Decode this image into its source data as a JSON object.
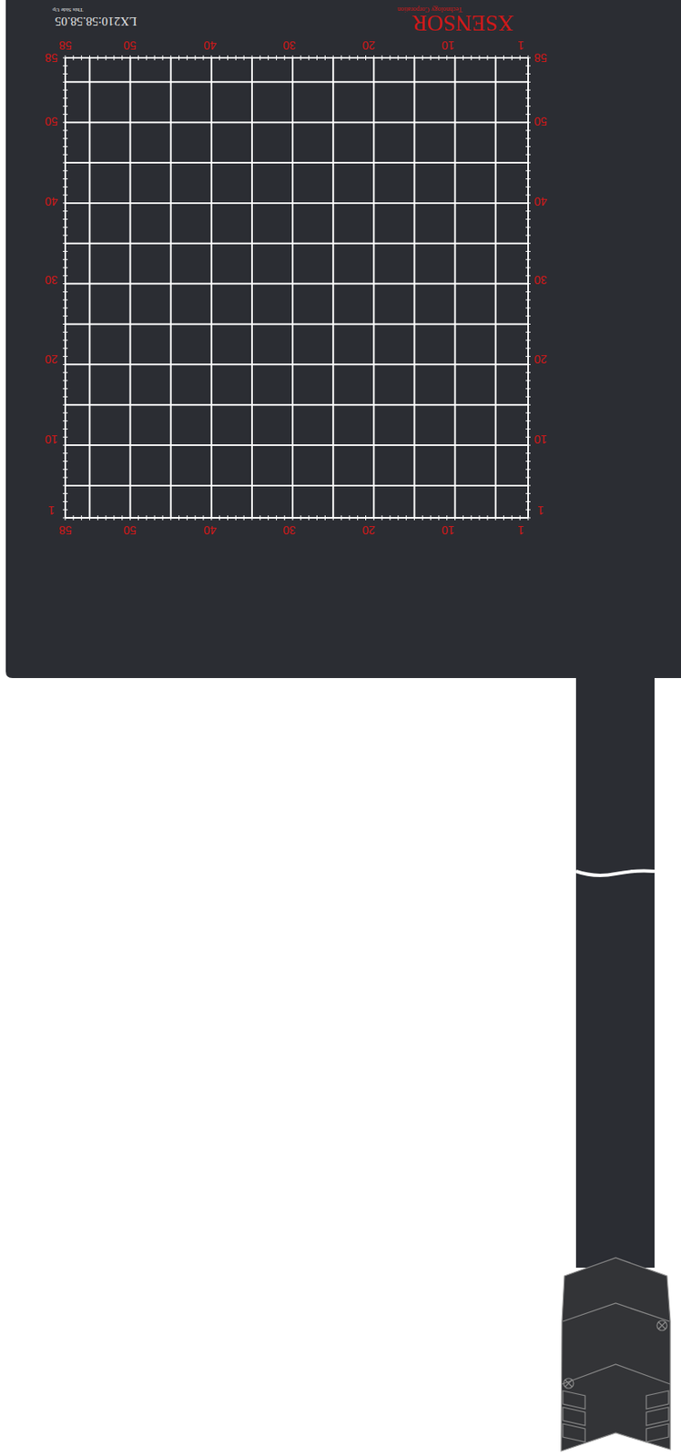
{
  "diagram": {
    "labels": [
      "XSENSOR",
      "Technology Corporation",
      "LX210:58.58.05",
      "This Side Up",
      "58",
      "50",
      "40",
      "30",
      "20",
      "10",
      "1",
      "58",
      "50",
      "40",
      "30",
      "20",
      "10",
      "1",
      "58",
      "50",
      "40",
      "30",
      "20",
      "10",
      "1",
      "58",
      "50",
      "40",
      "30",
      "20",
      "10",
      "1"
    ]
  }
}
